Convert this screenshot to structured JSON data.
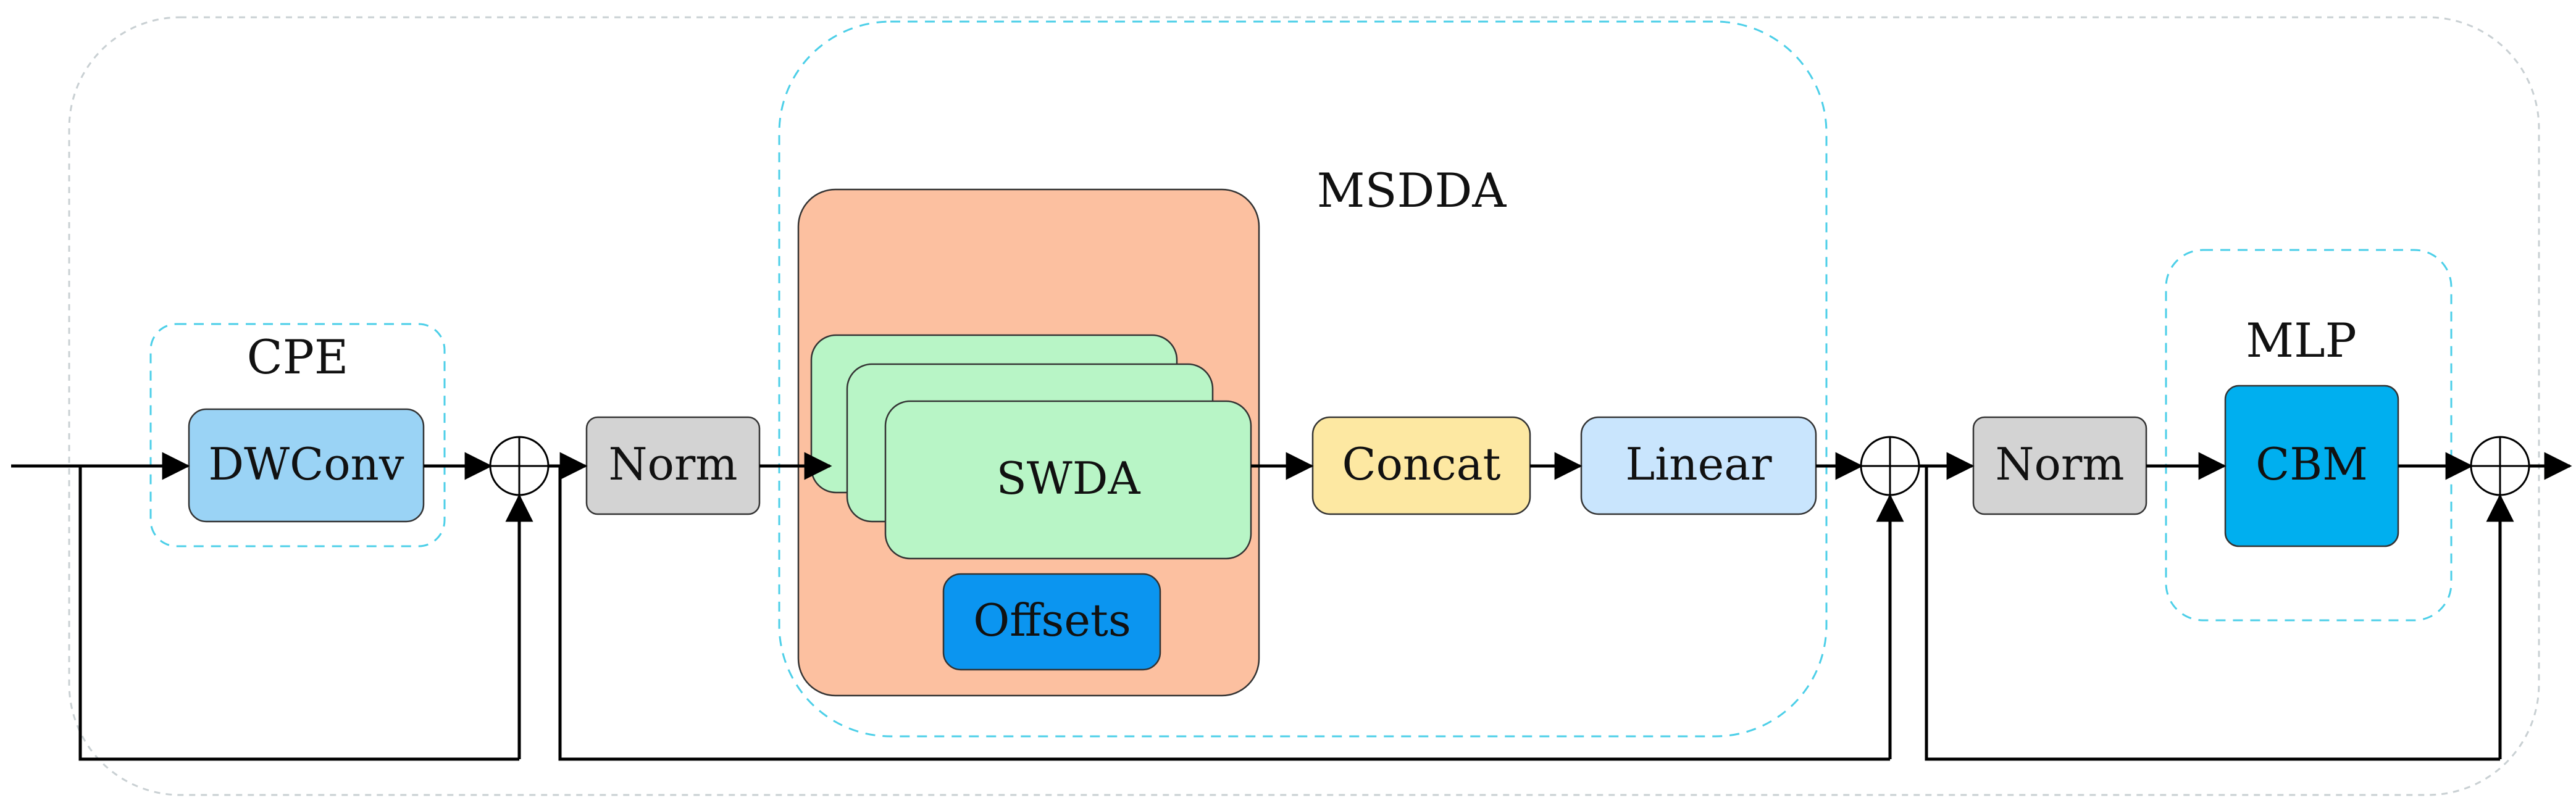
{
  "diagram": {
    "groups": {
      "cpe": "CPE",
      "msdda": "MSDDA",
      "mlp": "MLP"
    },
    "blocks": {
      "dwconv": "DWConv",
      "norm_1": "Norm",
      "swda": "SWDA",
      "offsets": "Offsets",
      "concat": "Concat",
      "linear": "Linear",
      "norm_2": "Norm",
      "cbm": "CBM"
    },
    "colors": {
      "dwconv": "#9ad3f5",
      "norm": "#d3d3d3",
      "msdda_panel": "#fcc0a0",
      "swda": "#b8f5c6",
      "offsets": "#0b95f0",
      "concat": "#fde8a2",
      "linear": "#c9e5fd",
      "cbm": "#00afef",
      "dashed_group": "#4ccfe8",
      "outer_frame": "#c9d0d3"
    },
    "icons": {
      "sum": "circled-plus-icon"
    }
  }
}
